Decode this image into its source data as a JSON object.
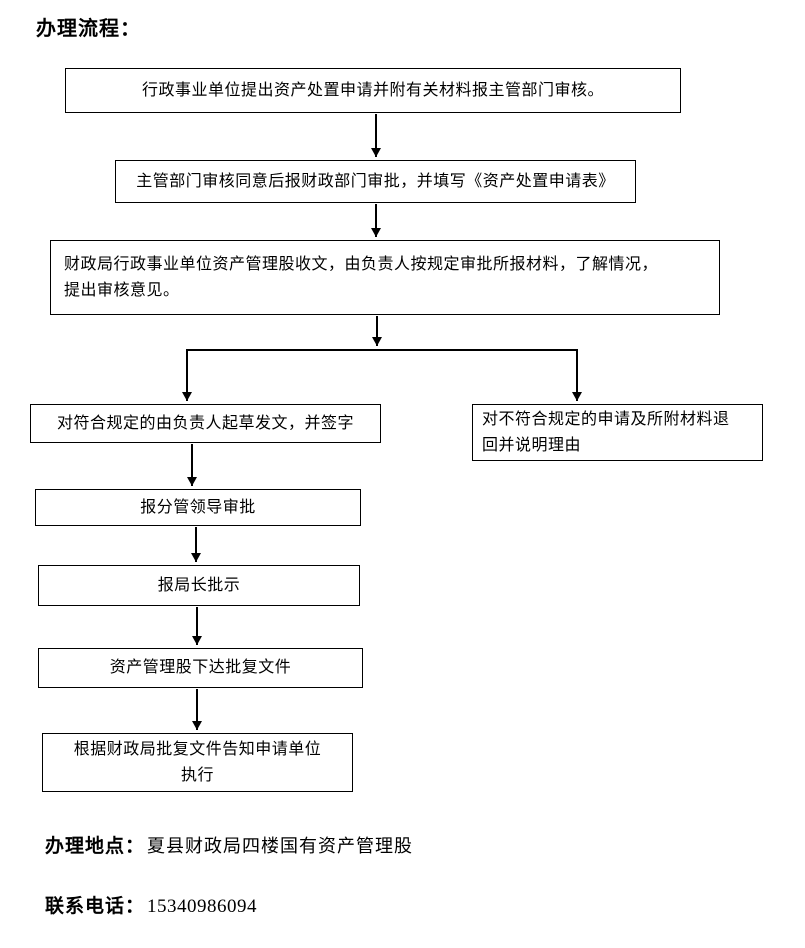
{
  "page": {
    "title": "办理流程：",
    "location_label": "办理地点：",
    "location_value": "夏县财政局四楼国有资产管理股",
    "phone_label": "联系电话：",
    "phone_value": "15340986094"
  },
  "flowchart": {
    "nodes": [
      {
        "id": "step1",
        "text": "行政事业单位提出资产处置申请并附有关材料报主管部门审核。"
      },
      {
        "id": "step2",
        "text": "主管部门审核同意后报财政部门审批，并填写《资产处置申请表》"
      },
      {
        "id": "step3",
        "text": "财政局行政事业单位资产管理股收文，由负责人按规定审批所报材料，了解情况，\n提出审核意见。"
      },
      {
        "id": "step4",
        "text": "对符合规定的由负责人起草发文，并签字"
      },
      {
        "id": "step5",
        "text": "对不符合规定的申请及所附材料退\n回并说明理由"
      },
      {
        "id": "step6",
        "text": "报分管领导审批"
      },
      {
        "id": "step7",
        "text": "报局长批示"
      },
      {
        "id": "step8",
        "text": "资产管理股下达批复文件"
      },
      {
        "id": "step9",
        "text": "根据财政局批复文件告知申请单位\n执行"
      }
    ]
  },
  "colors": {
    "line": "#000000",
    "background": "#ffffff",
    "text": "#000000"
  }
}
